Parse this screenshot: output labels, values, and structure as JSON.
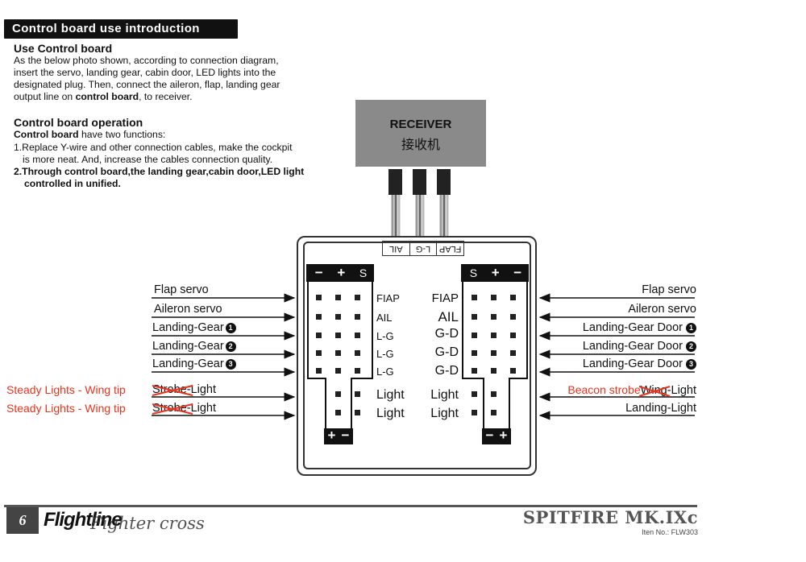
{
  "header": {
    "title": "Control board use introduction"
  },
  "use": {
    "heading": "Use Control board",
    "lines": [
      "As the below photo shown, according to connection diagram,",
      "insert the servo, landing gear, cabin door, LED lights into the",
      "designated plug. Then, connect the aileron, flap, landing gear"
    ],
    "line4_pre": "output line on ",
    "line4_bold": "control board",
    "line4_post": ", to receiver."
  },
  "operation": {
    "heading": "Control board operation",
    "intro_bold": "Control board",
    "intro_rest": " have two functions:",
    "item1_line1": "1.Replace Y-wire and other connection cables, make the cockpit",
    "item1_line2": "is more neat. And, increase the cables connection quality.",
    "item2_num": "2.",
    "item2_line1": "Through control board,the landing gear,cabin door,LED light",
    "item2_line2": "controlled in unified."
  },
  "receiver": {
    "title": "RECEIVER",
    "subtitle": "接收机"
  },
  "top_port_labels": [
    "AIL",
    "L-G",
    "FLAP"
  ],
  "left_header": {
    "minus": "−",
    "plus": "+",
    "s": "S"
  },
  "right_header": {
    "s": "S",
    "plus": "+",
    "minus": "−"
  },
  "bottom_left": {
    "plus": "+",
    "minus": "−"
  },
  "bottom_right": {
    "minus": "−",
    "plus": "+"
  },
  "left_pin_labels": [
    "FIAP",
    "AIL",
    "L-G",
    "L-G",
    "L-G",
    "Light",
    "Light"
  ],
  "right_pin_labels": [
    "FIAP",
    "AIL",
    "G-D",
    "G-D",
    "G-D",
    "Light",
    "Light"
  ],
  "left_labels": [
    {
      "text": "Flap servo",
      "num": ""
    },
    {
      "text": "Aileron servo",
      "num": ""
    },
    {
      "text": "Landing-Gear",
      "num": "1"
    },
    {
      "text": "Landing-Gear",
      "num": "2"
    },
    {
      "text": "Landing-Gear",
      "num": "3"
    }
  ],
  "left_light_labels": [
    {
      "struck": "Strobe",
      "rest": "-Light",
      "note": "Steady Lights - Wing tip"
    },
    {
      "struck": "Strobe",
      "rest": "-Light",
      "note": "Steady Lights - Wing tip"
    }
  ],
  "right_labels": [
    {
      "text": "Flap servo",
      "num": ""
    },
    {
      "text": "Aileron servo",
      "num": ""
    },
    {
      "text": "Landing-Gear Door",
      "num": "1"
    },
    {
      "text": "Landing-Gear Door",
      "num": "2"
    },
    {
      "text": "Landing-Gear Door",
      "num": "3"
    }
  ],
  "right_light_1": {
    "note": "Beacon strobe",
    "struck": "Wing",
    "rest": "-Light"
  },
  "right_light_2": {
    "text": "Landing-Light"
  },
  "footer": {
    "page": "6",
    "logo": "Flightline",
    "handwritten": "Fighter cross",
    "model": "SPITFIRE MK.IXc",
    "item_no": "Iten No.: FLW303"
  },
  "colors": {
    "annotation_red": "#e8331c",
    "receiver_gray": "#8a8a8a"
  }
}
